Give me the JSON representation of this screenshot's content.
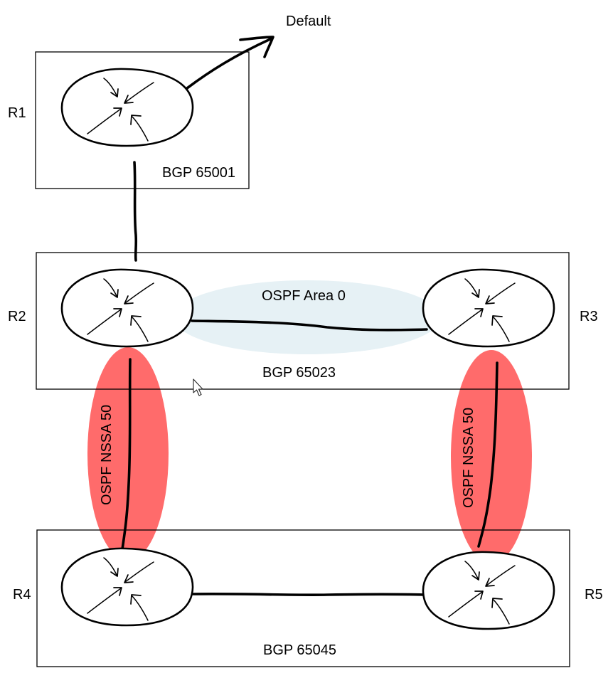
{
  "colors": {
    "area0_fill": "#e6f1f5",
    "nssa_fill": "#ff6b6b",
    "line": "#000000",
    "background": "#ffffff"
  },
  "default_label": "Default",
  "routers": [
    {
      "id": "r1",
      "label": "R1"
    },
    {
      "id": "r2",
      "label": "R2"
    },
    {
      "id": "r3",
      "label": "R3"
    },
    {
      "id": "r4",
      "label": "R4"
    },
    {
      "id": "r5",
      "label": "R5"
    }
  ],
  "as_boxes": [
    {
      "id": "as1",
      "label": "BGP 65001"
    },
    {
      "id": "as23",
      "label": "BGP 65023"
    },
    {
      "id": "as45",
      "label": "BGP 65045"
    }
  ],
  "ospf_areas": [
    {
      "id": "area0",
      "label": "OSPF Area 0"
    },
    {
      "id": "nssa-left",
      "label": "OSPF NSSA 50"
    },
    {
      "id": "nssa-right",
      "label": "OSPF NSSA 50"
    }
  ],
  "icons": [
    "router-icon",
    "cursor-icon",
    "default-route-arrow-icon"
  ]
}
